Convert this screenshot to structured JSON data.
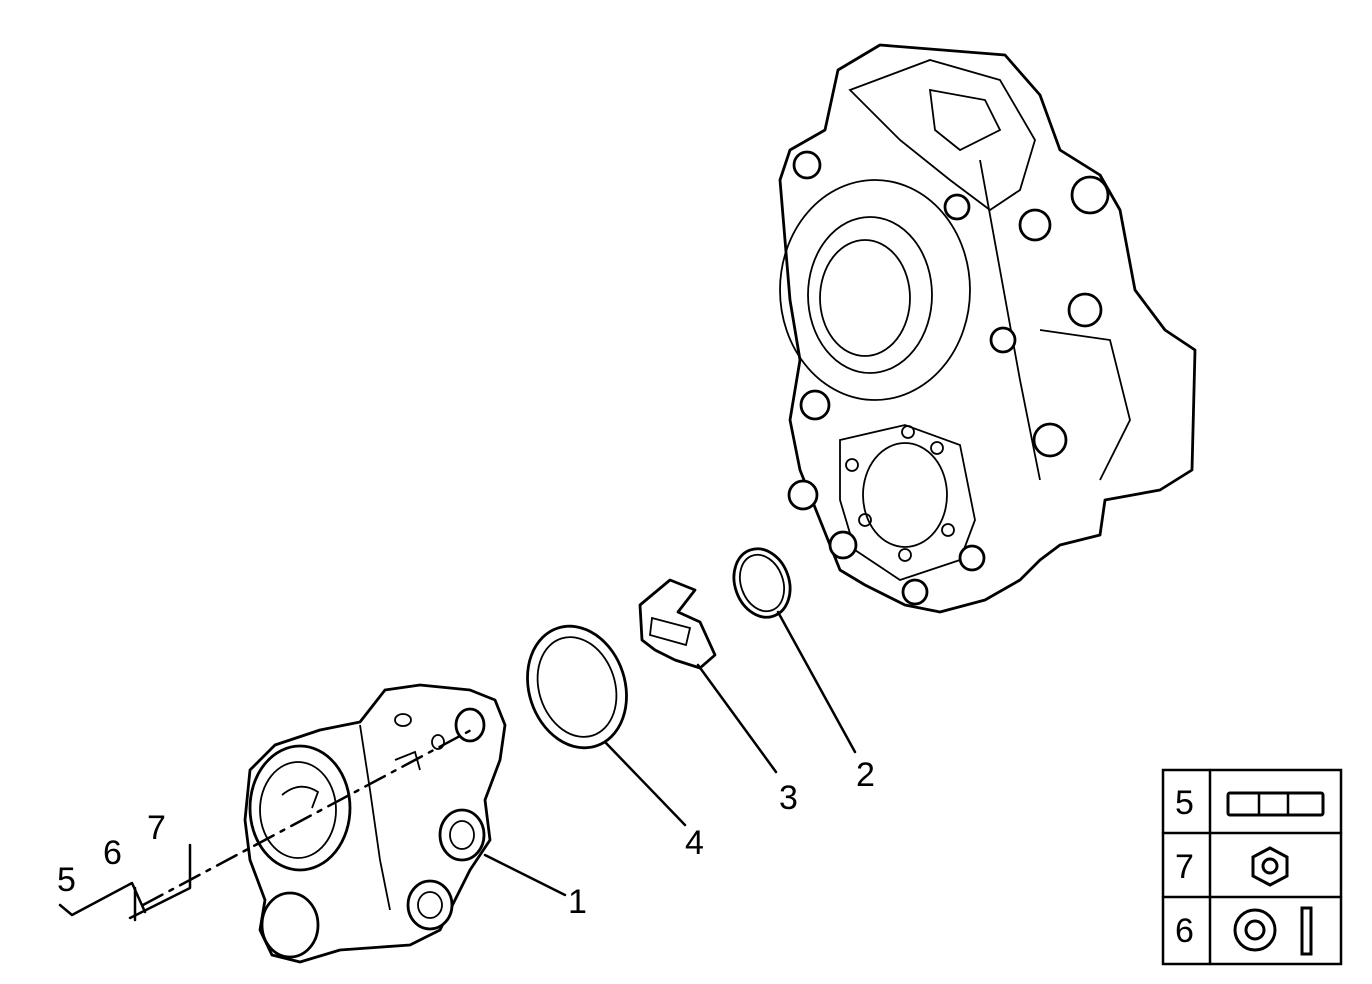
{
  "callouts": {
    "c1": "1",
    "c2": "2",
    "c3": "3",
    "c4": "4",
    "c5": "5",
    "c6": "6",
    "c7": "7"
  },
  "legend": {
    "rows": [
      {
        "number": "5",
        "icon": "bolt-side-icon"
      },
      {
        "number": "7",
        "icon": "hex-nut-icon"
      },
      {
        "number": "6",
        "icon": "washer-icon"
      }
    ]
  },
  "colors": {
    "line": "#000000",
    "background": "#ffffff"
  }
}
